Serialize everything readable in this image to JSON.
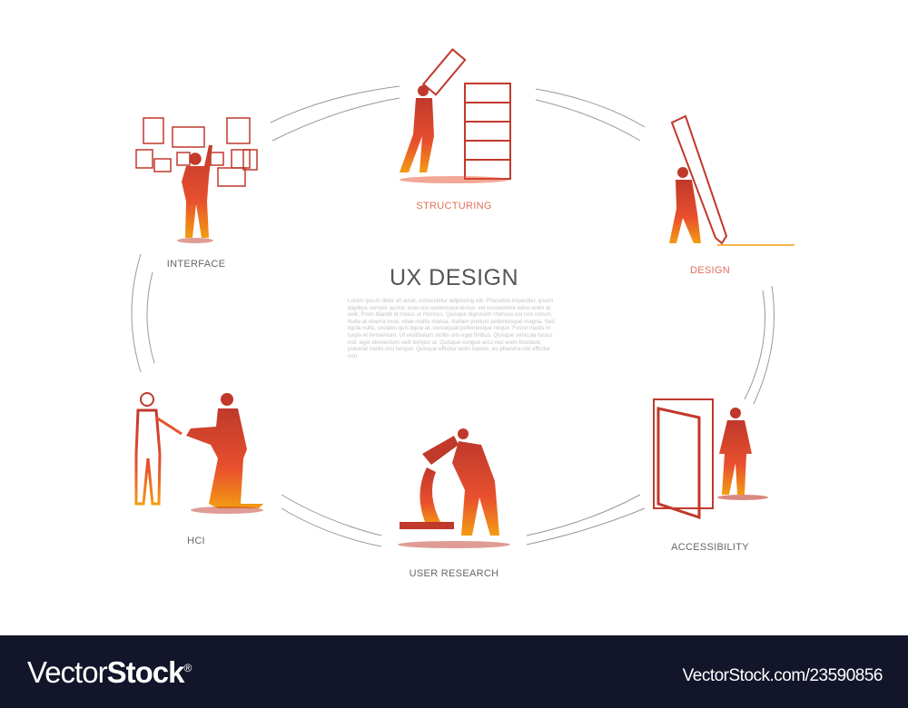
{
  "title": "UX DESIGN",
  "description": "Lorem ipsum dolor sit amet, consectetur adipiscing elit. Phasellus imperdiet, ipsum dapibus semper auctor, eros nisl scelerisque lectus, vel consectetur tellus enim at velit. Proin blandit id metus ut rhoncus. Quisque dignissim rhoncus est non rutrum. Nulla at viverra risus, vitae mattis massa. Nullam pretium pellentesque magna. Sed ligula nulla, sodales quis ligula at, consequat pellentesque neque. Fusce mattis in turpis et fermentum. Ut vestibulum mollis orci eget finibus. Quisque vehicula luctus nisi, eget elementum velit tempor ut. Quisque congue arcu nec enim tincidunt, placerat mollis orci tempor. Quisque efficitur enim mauris, eu pharetra nisl efficitur non.",
  "steps": [
    {
      "label": "STRUCTURING",
      "icon": "man-stacking-blocks-icon"
    },
    {
      "label": "DESIGN",
      "icon": "man-with-giant-pencil-icon"
    },
    {
      "label": "ACCESSIBILITY",
      "icon": "man-at-open-door-icon"
    },
    {
      "label": "USER RESEARCH",
      "icon": "man-at-microscope-icon"
    },
    {
      "label": "HCI",
      "icon": "robot-human-handshake-icon"
    },
    {
      "label": "INTERFACE",
      "icon": "man-with-screens-icon"
    }
  ],
  "colors": {
    "accent": "#e0705a",
    "sketch_dark": "#c0392b",
    "sketch_light": "#f39c12",
    "footer_bg": "#13152a"
  },
  "footer": {
    "brand_regular": "Vector",
    "brand_bold": "Stock",
    "brand_mark": "®",
    "stock_id": "VectorStock.com/23590856"
  }
}
